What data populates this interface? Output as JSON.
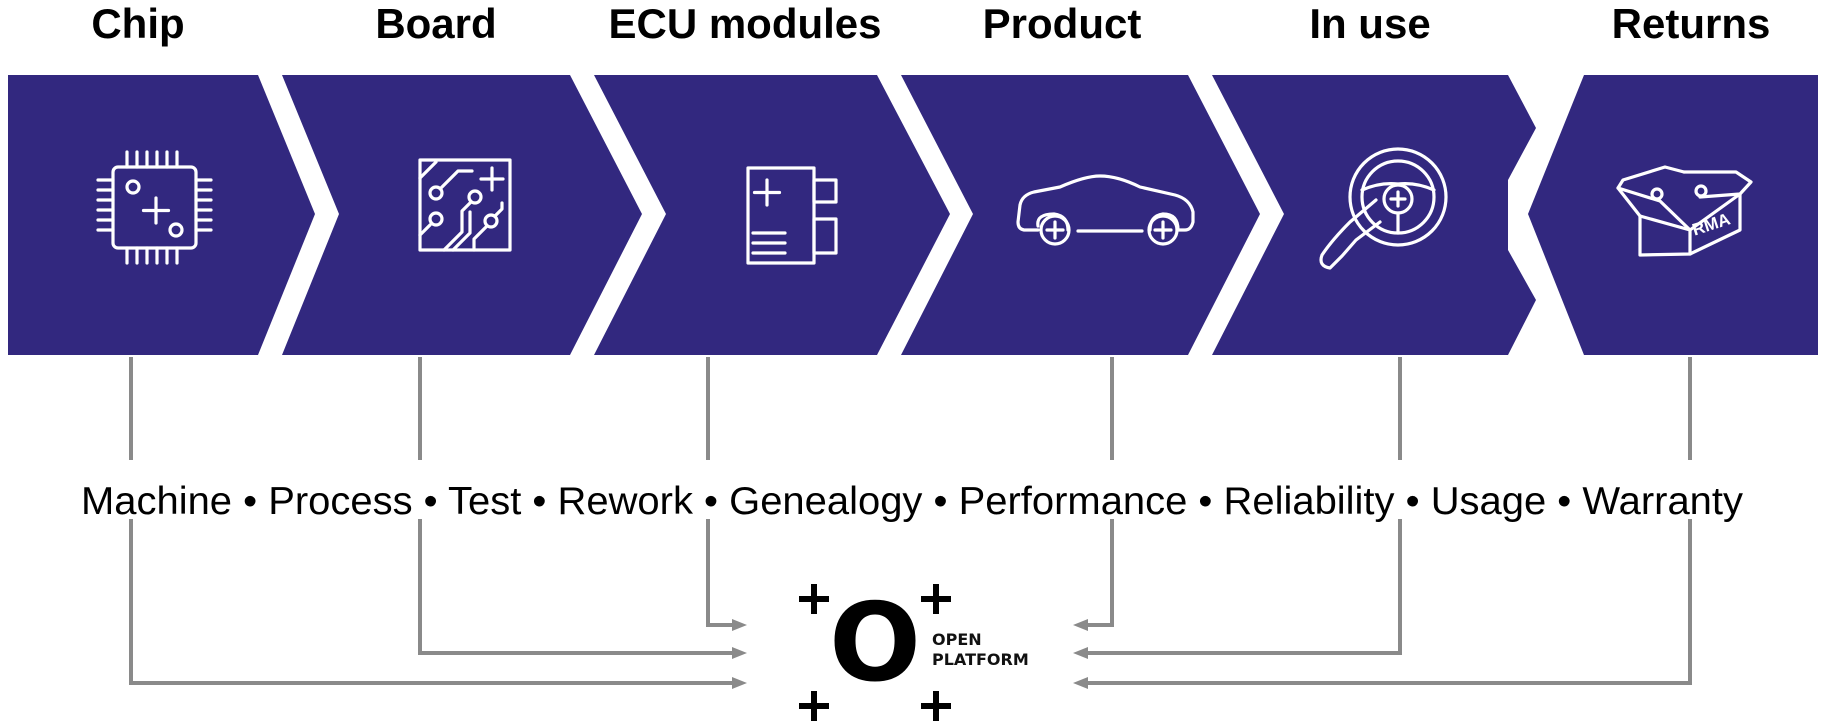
{
  "stages": [
    {
      "title": "Chip",
      "icon": "chip-icon"
    },
    {
      "title": "Board",
      "icon": "circuit-board-icon"
    },
    {
      "title": "ECU modules",
      "icon": "ecu-module-icon"
    },
    {
      "title": "Product",
      "icon": "car-icon"
    },
    {
      "title": "In use",
      "icon": "steering-wheel-icon"
    },
    {
      "title": "Returns",
      "icon": "rma-box-icon"
    }
  ],
  "returns_box_label": "RMA",
  "metrics_line": "Machine • Process • Test • Rework • Genealogy • Performance • Reliability • Usage • Warranty",
  "logo": {
    "letter": "O",
    "line1": "OPEN",
    "line2": "PLATFORM",
    "symbol": "plus-icon"
  },
  "colors": {
    "chevron": "#32287f",
    "connector": "#8a8a8a",
    "text": "#000000",
    "icon": "#ffffff"
  }
}
